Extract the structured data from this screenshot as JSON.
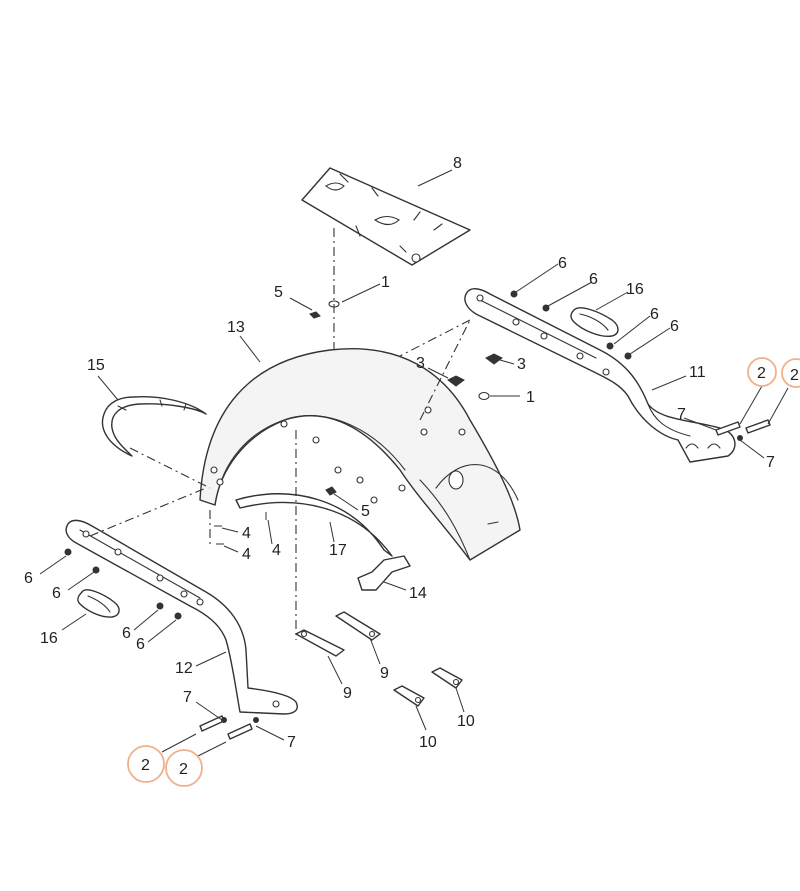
{
  "highlight_color": "#f0b08a",
  "line_color": "#333333",
  "callouts": [
    {
      "id": "c8",
      "text": "8"
    },
    {
      "id": "c1a",
      "text": "1"
    },
    {
      "id": "c5a",
      "text": "5"
    },
    {
      "id": "c13",
      "text": "13"
    },
    {
      "id": "c6a",
      "text": "6"
    },
    {
      "id": "c6b",
      "text": "6"
    },
    {
      "id": "c16a",
      "text": "16"
    },
    {
      "id": "c6c",
      "text": "6"
    },
    {
      "id": "c6d",
      "text": "6"
    },
    {
      "id": "c3a",
      "text": "3"
    },
    {
      "id": "c3b",
      "text": "3"
    },
    {
      "id": "c1b",
      "text": "1"
    },
    {
      "id": "c15",
      "text": "15"
    },
    {
      "id": "c11",
      "text": "11"
    },
    {
      "id": "c2a",
      "text": "2"
    },
    {
      "id": "c2b",
      "text": "2"
    },
    {
      "id": "c7a",
      "text": "7"
    },
    {
      "id": "c7b",
      "text": "7"
    },
    {
      "id": "c4a",
      "text": "4"
    },
    {
      "id": "c4b",
      "text": "4"
    },
    {
      "id": "c4c",
      "text": "4"
    },
    {
      "id": "c5b",
      "text": "5"
    },
    {
      "id": "c17",
      "text": "17"
    },
    {
      "id": "c14",
      "text": "14"
    },
    {
      "id": "c6e",
      "text": "6"
    },
    {
      "id": "c6f",
      "text": "6"
    },
    {
      "id": "c16b",
      "text": "16"
    },
    {
      "id": "c6g",
      "text": "6"
    },
    {
      "id": "c6h",
      "text": "6"
    },
    {
      "id": "c12",
      "text": "12"
    },
    {
      "id": "c9a",
      "text": "9"
    },
    {
      "id": "c9b",
      "text": "9"
    },
    {
      "id": "c10a",
      "text": "10"
    },
    {
      "id": "c10b",
      "text": "10"
    },
    {
      "id": "c7c",
      "text": "7"
    },
    {
      "id": "c7d",
      "text": "7"
    },
    {
      "id": "c2c",
      "text": "2"
    },
    {
      "id": "c2d",
      "text": "2"
    }
  ]
}
